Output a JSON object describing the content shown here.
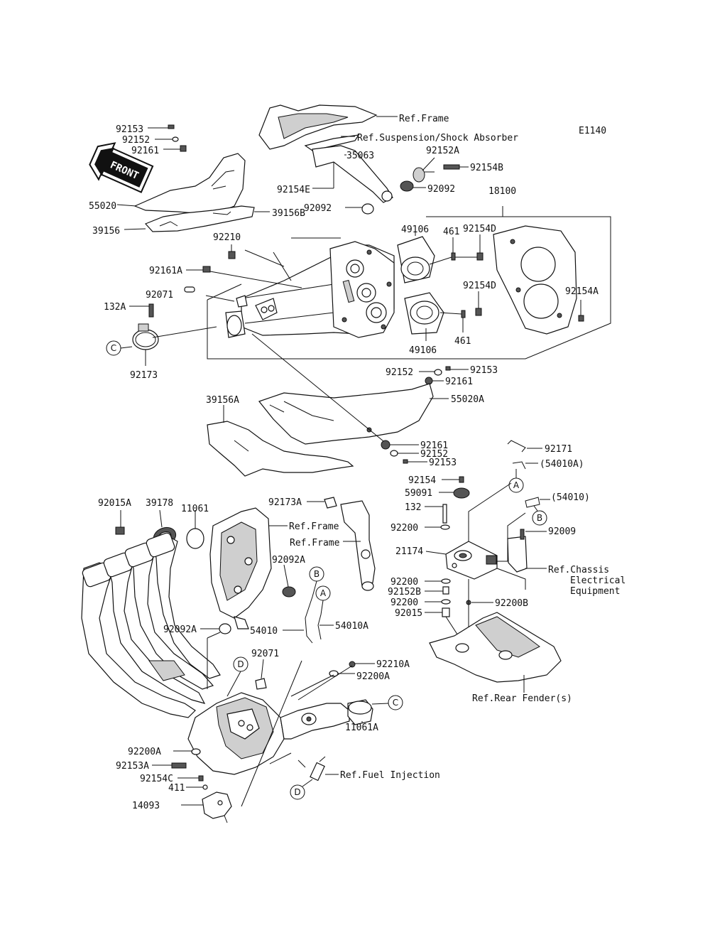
{
  "diagram_code": "E1140",
  "front_label": "FRONT",
  "refs": {
    "frame_top": "Ref.Frame",
    "suspension": "Ref.Suspension/Shock Absorber",
    "frame_mid1": "Ref.Frame",
    "frame_mid2": "Ref.Frame",
    "chassis_1": "Ref.Chassis",
    "chassis_2": "Electrical",
    "chassis_3": "Equipment",
    "rear_fender": "Ref.Rear Fender(s)",
    "fuel_injection": "Ref.Fuel Injection"
  },
  "callouts": {
    "a": "A",
    "b": "B",
    "c": "C",
    "d": "D"
  },
  "parts": {
    "p92153_top": "92153",
    "p92152_top": "92152",
    "p92161_top": "92161",
    "p55020": "55020",
    "p39156": "39156",
    "p39156B": "39156B",
    "p35063": "35063",
    "p92152A": "92152A",
    "p92154B": "92154B",
    "p92154E": "92154E",
    "p92092_a": "92092",
    "p92092_b": "92092",
    "p18100": "18100",
    "p49106_top": "49106",
    "p461_top": "461",
    "p92154D_top": "92154D",
    "p92210": "92210",
    "p92161A": "92161A",
    "p92071_top": "92071",
    "p132A": "132A",
    "p92154D_mid": "92154D",
    "p92154A": "92154A",
    "p92173": "92173",
    "p49106_bot": "49106",
    "p461_bot": "461",
    "p92152_mid": "92152",
    "p92153_mid": "92153",
    "p92161_mid": "92161",
    "p39156A": "39156A",
    "p55020A": "55020A",
    "p92161_low": "92161",
    "p92152_low": "92152",
    "p92153_low": "92153",
    "p92171": "92171",
    "p54010A_paren": "(54010A)",
    "p92154": "92154",
    "p59091": "59091",
    "p54010_paren": "(54010)",
    "p132": "132",
    "p92009": "92009",
    "p92200_a": "92200",
    "p21174": "21174",
    "p92200_b": "92200",
    "p92152B": "92152B",
    "p92200_c": "92200",
    "p92015": "92015",
    "p92200B": "92200B",
    "p92015A": "92015A",
    "p39178": "39178",
    "p11061": "11061",
    "p92173A": "92173A",
    "p92092A_top": "92092A",
    "p92092A_bot": "92092A",
    "p54010": "54010",
    "p54010A": "54010A",
    "p92071_bot": "92071",
    "p92210A": "92210A",
    "p92200A_right": "92200A",
    "p11061A": "11061A",
    "p92200A_left": "92200A",
    "p92153A": "92153A",
    "p92154C": "92154C",
    "p411": "411",
    "p14093": "14093"
  }
}
